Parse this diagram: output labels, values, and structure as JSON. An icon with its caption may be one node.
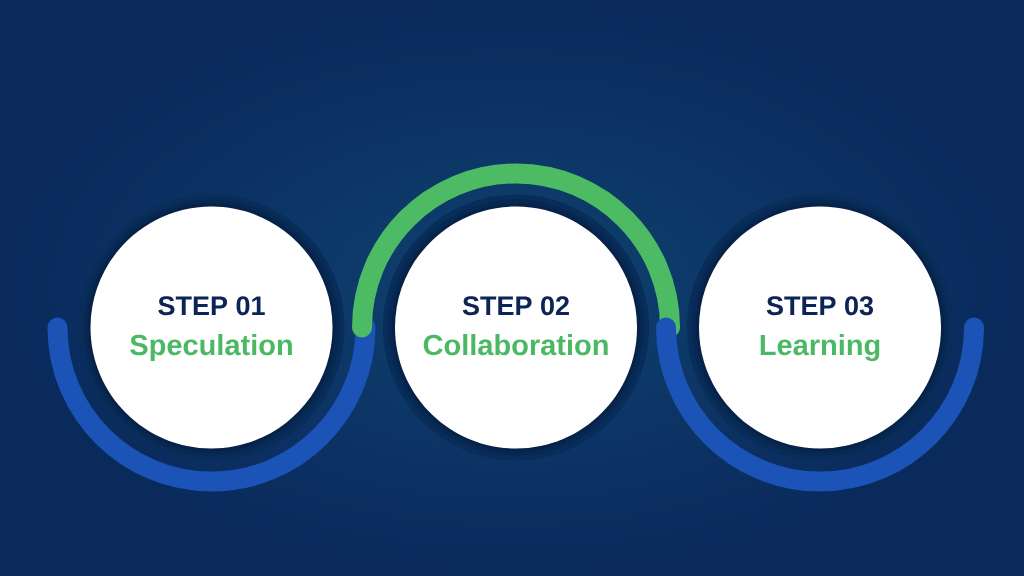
{
  "diagram": {
    "nodes": [
      {
        "text": [
          "STEP 01",
          "Speculation"
        ]
      },
      {
        "text": [
          "STEP 02",
          "Collaboration"
        ]
      },
      {
        "text": [
          "STEP 03",
          "Learning"
        ]
      }
    ]
  }
}
